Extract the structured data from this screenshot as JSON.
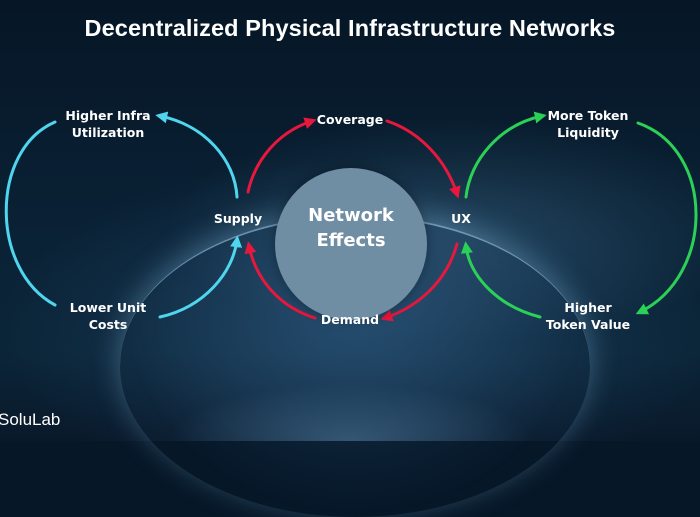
{
  "title": "Decentralized Physical Infrastructure Networks",
  "center": {
    "line1": "Network",
    "line2": "Effects"
  },
  "labels": {
    "supply": "Supply",
    "ux": "UX",
    "coverage": "Coverage",
    "demand": "Demand",
    "higher_infra_line1": "Higher Infra",
    "higher_infra_line2": "Utilization",
    "lower_unit_line1": "Lower Unit",
    "lower_unit_line2": "Costs",
    "more_token_line1": "More Token",
    "more_token_line2": "Liquidity",
    "higher_token_line1": "Higher",
    "higher_token_line2": "Token Value"
  },
  "brand": "SoluLab",
  "colors": {
    "left_loop": "#4fd6ee",
    "middle_loop": "#e8173d",
    "right_loop": "#2bd157",
    "center_circle": "#6f8da3",
    "background": "#061728"
  }
}
